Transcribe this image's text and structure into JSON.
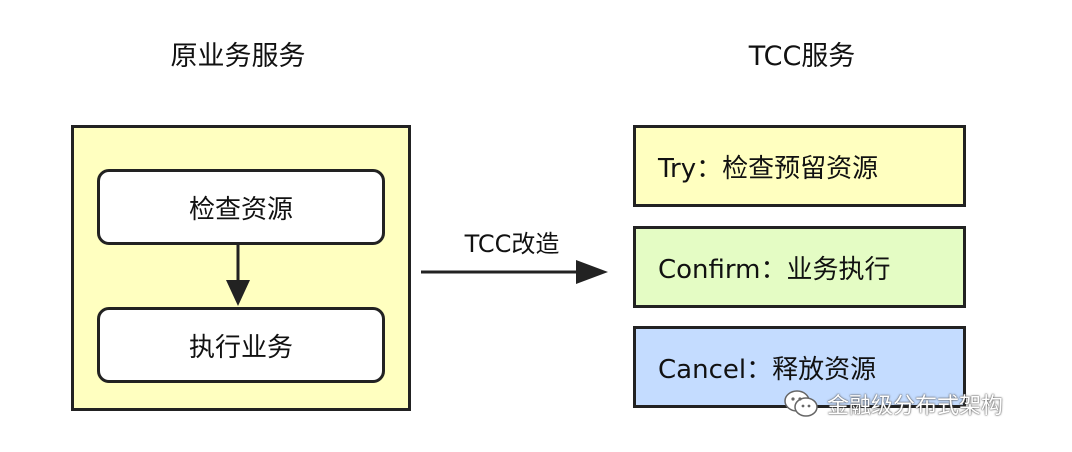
{
  "left_panel": {
    "heading": "原业务服务",
    "steps": [
      "检查资源",
      "执行业务"
    ]
  },
  "transform": {
    "label": "TCC改造"
  },
  "right_panel": {
    "heading": "TCC服务",
    "items": [
      {
        "text": "Try：检查预留资源",
        "color": "#ffffc0"
      },
      {
        "text": "Confirm：业务执行",
        "color": "#e4fcc4"
      },
      {
        "text": "Cancel：释放资源",
        "color": "#c4dcff"
      }
    ]
  },
  "watermark": {
    "icon": "wechat-icon",
    "text": "金融级分布式架构"
  },
  "colors": {
    "outer_box": "#ffffc0",
    "border": "#222222"
  }
}
